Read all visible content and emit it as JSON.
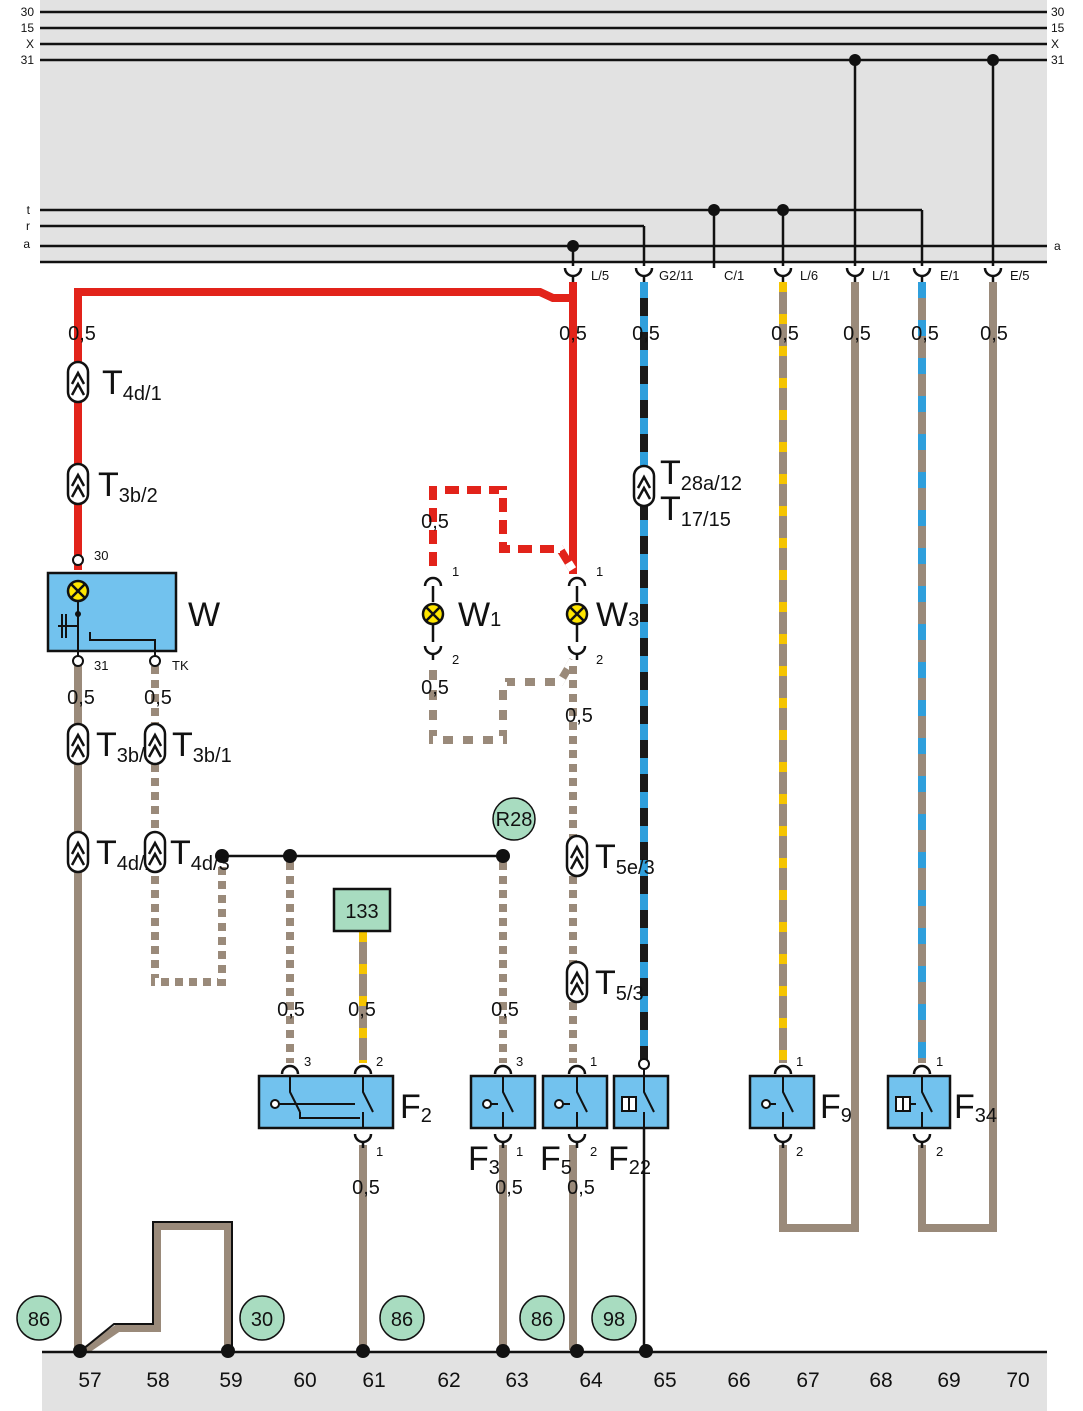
{
  "bus_top": {
    "left": [
      "30",
      "15",
      "X",
      "31"
    ],
    "right": [
      "30",
      "15",
      "X",
      "31"
    ]
  },
  "bus_mid": {
    "left": [
      "t",
      "r",
      "a"
    ],
    "right": [
      "a"
    ]
  },
  "connectors": [
    {
      "id": "L/5",
      "label": "L/5"
    },
    {
      "id": "G2/11",
      "label": "G2/11"
    },
    {
      "id": "C/1",
      "label": "C/1"
    },
    {
      "id": "L/6",
      "label": "L/6"
    },
    {
      "id": "L/1",
      "label": "L/1"
    },
    {
      "id": "E/1",
      "label": "E/1"
    },
    {
      "id": "E/5",
      "label": "E/5"
    }
  ],
  "wire_size": "0,5",
  "terminals": {
    "t4d1": {
      "main": "T",
      "sub": "4d/1"
    },
    "t3b2": {
      "main": "T",
      "sub": "3b/2"
    },
    "t3b3": {
      "main": "T",
      "sub": "3b/3"
    },
    "t3b1": {
      "main": "T",
      "sub": "3b/1"
    },
    "t4d2": {
      "main": "T",
      "sub": "4d/2"
    },
    "t4d3": {
      "main": "T",
      "sub": "4d/3"
    },
    "t28a": {
      "main": "T",
      "sub": "28a/12"
    },
    "t17": {
      "main": "T",
      "sub": "17/15"
    },
    "t5e3": {
      "main": "T",
      "sub": "5e/3"
    },
    "t53": {
      "main": "T",
      "sub": "5/3"
    }
  },
  "components": {
    "W": {
      "main": "W",
      "pin_top": "30",
      "pin_bl": "31",
      "pin_br": "TK"
    },
    "W1": {
      "main": "W",
      "sub": "1",
      "pin_top": "1",
      "pin_bot": "2"
    },
    "W3": {
      "main": "W",
      "sub": "3",
      "pin_top": "1",
      "pin_bot": "2"
    },
    "F2": {
      "main": "F",
      "sub": "2",
      "pin_a": "3",
      "pin_b": "2",
      "pin_c": "1"
    },
    "F3": {
      "main": "F",
      "sub": "3",
      "pin_top": "3",
      "pin_bot": "1"
    },
    "F5": {
      "main": "F",
      "sub": "5",
      "pin_top": "1",
      "pin_bot": "2"
    },
    "F22": {
      "main": "F",
      "sub": "22"
    },
    "F9": {
      "main": "F",
      "sub": "9",
      "pin_top": "1",
      "pin_bot": "2"
    },
    "F34": {
      "main": "F",
      "sub": "34",
      "pin_top": "1",
      "pin_bot": "2"
    }
  },
  "refs": {
    "r133": "133",
    "r28": "R28"
  },
  "ground_refs": [
    "86",
    "30",
    "86",
    "86",
    "98"
  ],
  "track_numbers": [
    "57",
    "58",
    "59",
    "60",
    "61",
    "62",
    "63",
    "64",
    "65",
    "66",
    "67",
    "68",
    "69",
    "70"
  ],
  "colors": {
    "red": "#e2231a",
    "brown": "#9a8a7a",
    "blue": "#2f9fdc",
    "yellow": "#f5c400",
    "black": "#1a1a1a",
    "panel": "#e2e2e2",
    "component": "#72c2ee",
    "ref": "#a8dcc0"
  }
}
